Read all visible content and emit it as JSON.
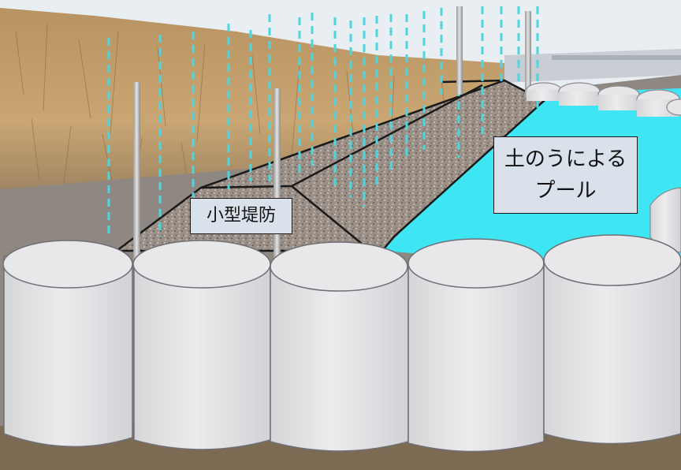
{
  "labels": {
    "levee": "小型堤防",
    "pool_line1": "土のうによる",
    "pool_line2": "プール"
  },
  "colors": {
    "sky": "#e9eef2",
    "dry_grass": "#c7a26e",
    "ground": "#8f8882",
    "water": "#3ee6f4",
    "gravel": "#9b9087",
    "sandbag": "#e6e6e8",
    "rain": "#4dd6df",
    "label_bg": "#d9e1ea"
  }
}
